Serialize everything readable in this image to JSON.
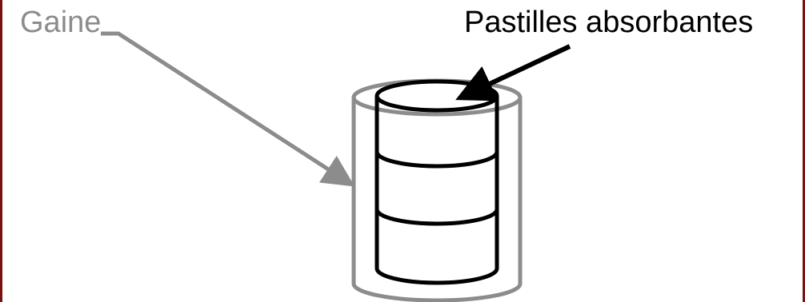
{
  "labels": {
    "sheath": "Gaine",
    "pellets": "Pastilles absorbantes"
  },
  "colors": {
    "frame": "#7a1010",
    "sheath": "#8c8c8c",
    "pellets": "#000000"
  },
  "pellet_count": 3
}
